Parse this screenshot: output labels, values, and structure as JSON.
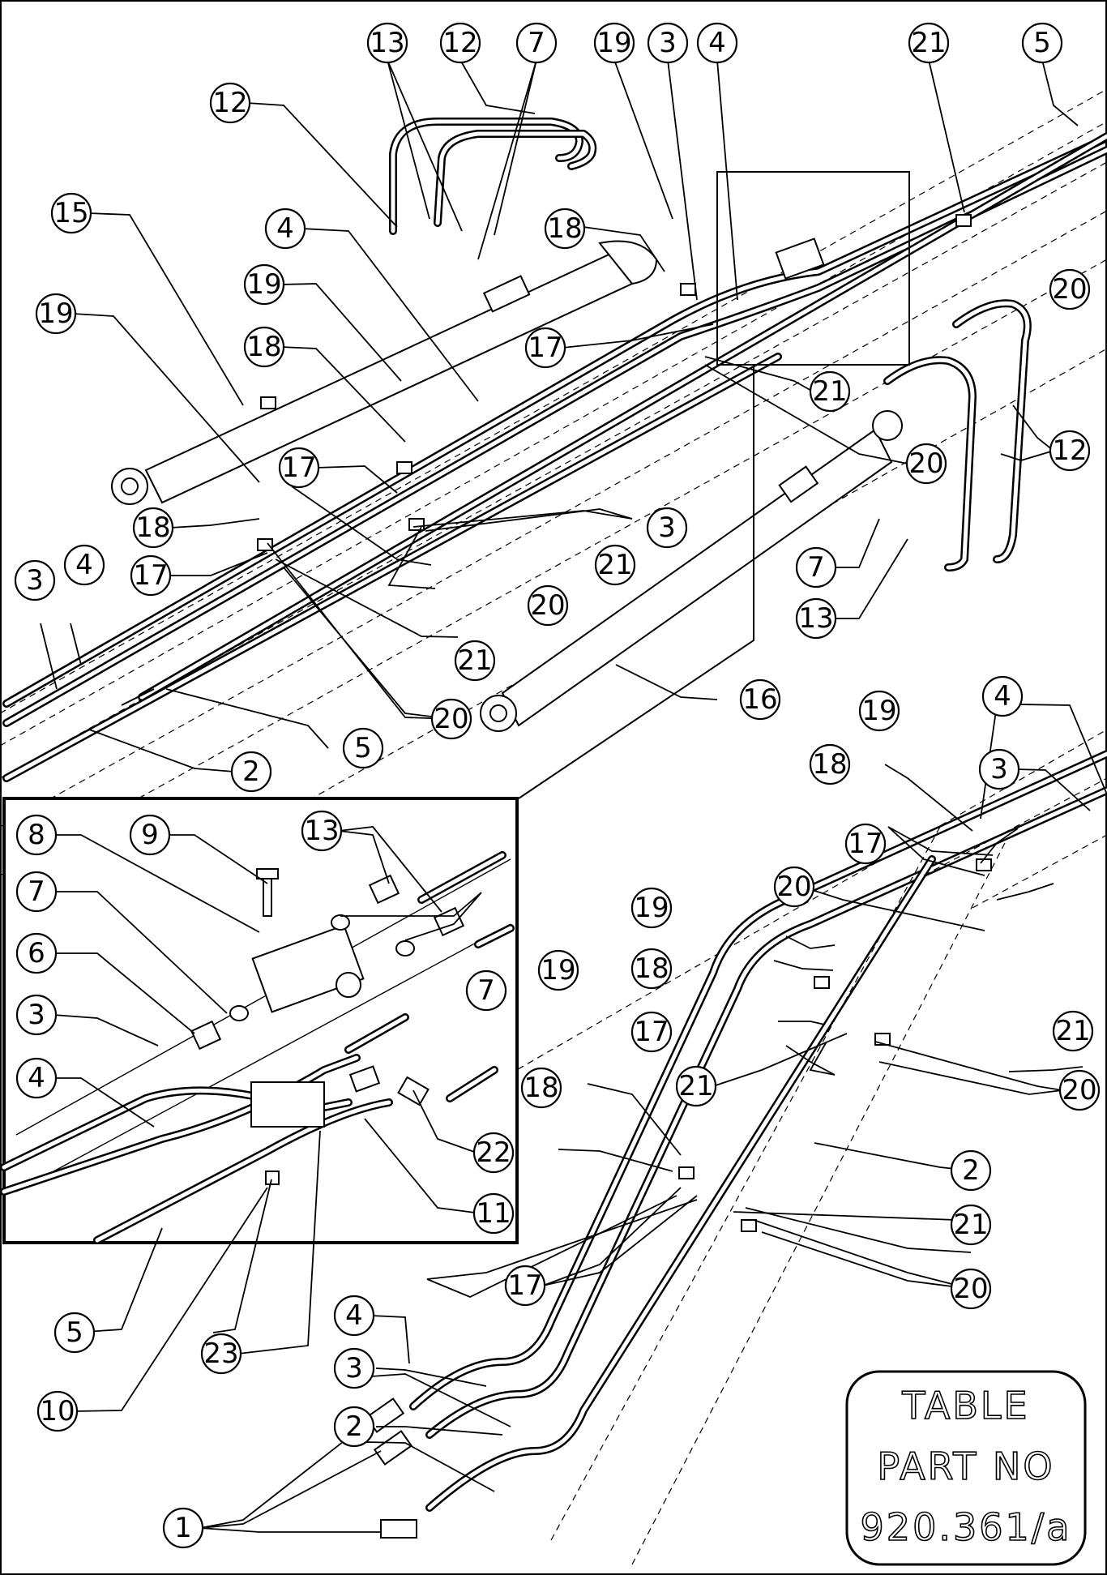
{
  "title_block": {
    "line1": "TABLE",
    "line2": "PART  NO",
    "line3": "920.361/a"
  },
  "callouts": {
    "c1": "1",
    "c2": "2",
    "c3": "3",
    "c4": "4",
    "c5": "5",
    "c6": "6",
    "c7": "7",
    "c8": "8",
    "c9": "9",
    "c10": "10",
    "c11": "11",
    "c12": "12",
    "c13": "13",
    "c15": "15",
    "c16": "16",
    "c17": "17",
    "c18": "18",
    "c19": "19",
    "c20": "20",
    "c21": "21",
    "c22": "22",
    "c23": "23"
  }
}
